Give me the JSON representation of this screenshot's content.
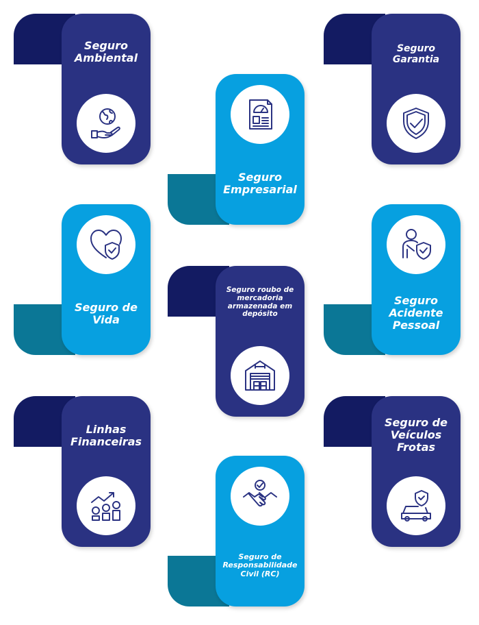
{
  "colors": {
    "navy": "#2a3282",
    "navy_flap": "#131b62",
    "sky": "#07a0e0",
    "sky_flap": "#0b7796"
  },
  "cards": [
    {
      "title": "Seguro Ambiental",
      "icon": "globe-hand-icon"
    },
    {
      "title": "Seguro Empresarial",
      "icon": "business-report-icon"
    },
    {
      "title": "Seguro Garantia",
      "icon": "shield-check-icon"
    },
    {
      "title": "Seguro de Vida",
      "icon": "heart-shield-icon"
    },
    {
      "title": "Seguro roubo de mercadoria armazenada em depósito",
      "icon": "warehouse-icon"
    },
    {
      "title": "Seguro Acidente Pessoal",
      "icon": "injured-person-shield-icon"
    },
    {
      "title": "Linhas Financeiras",
      "icon": "coins-growth-icon"
    },
    {
      "title": "Seguro de Responsabilidade Civil (RC)",
      "icon": "handshake-icon"
    },
    {
      "title": "Seguro de Veículos Frotas",
      "icon": "car-shield-icon"
    }
  ]
}
